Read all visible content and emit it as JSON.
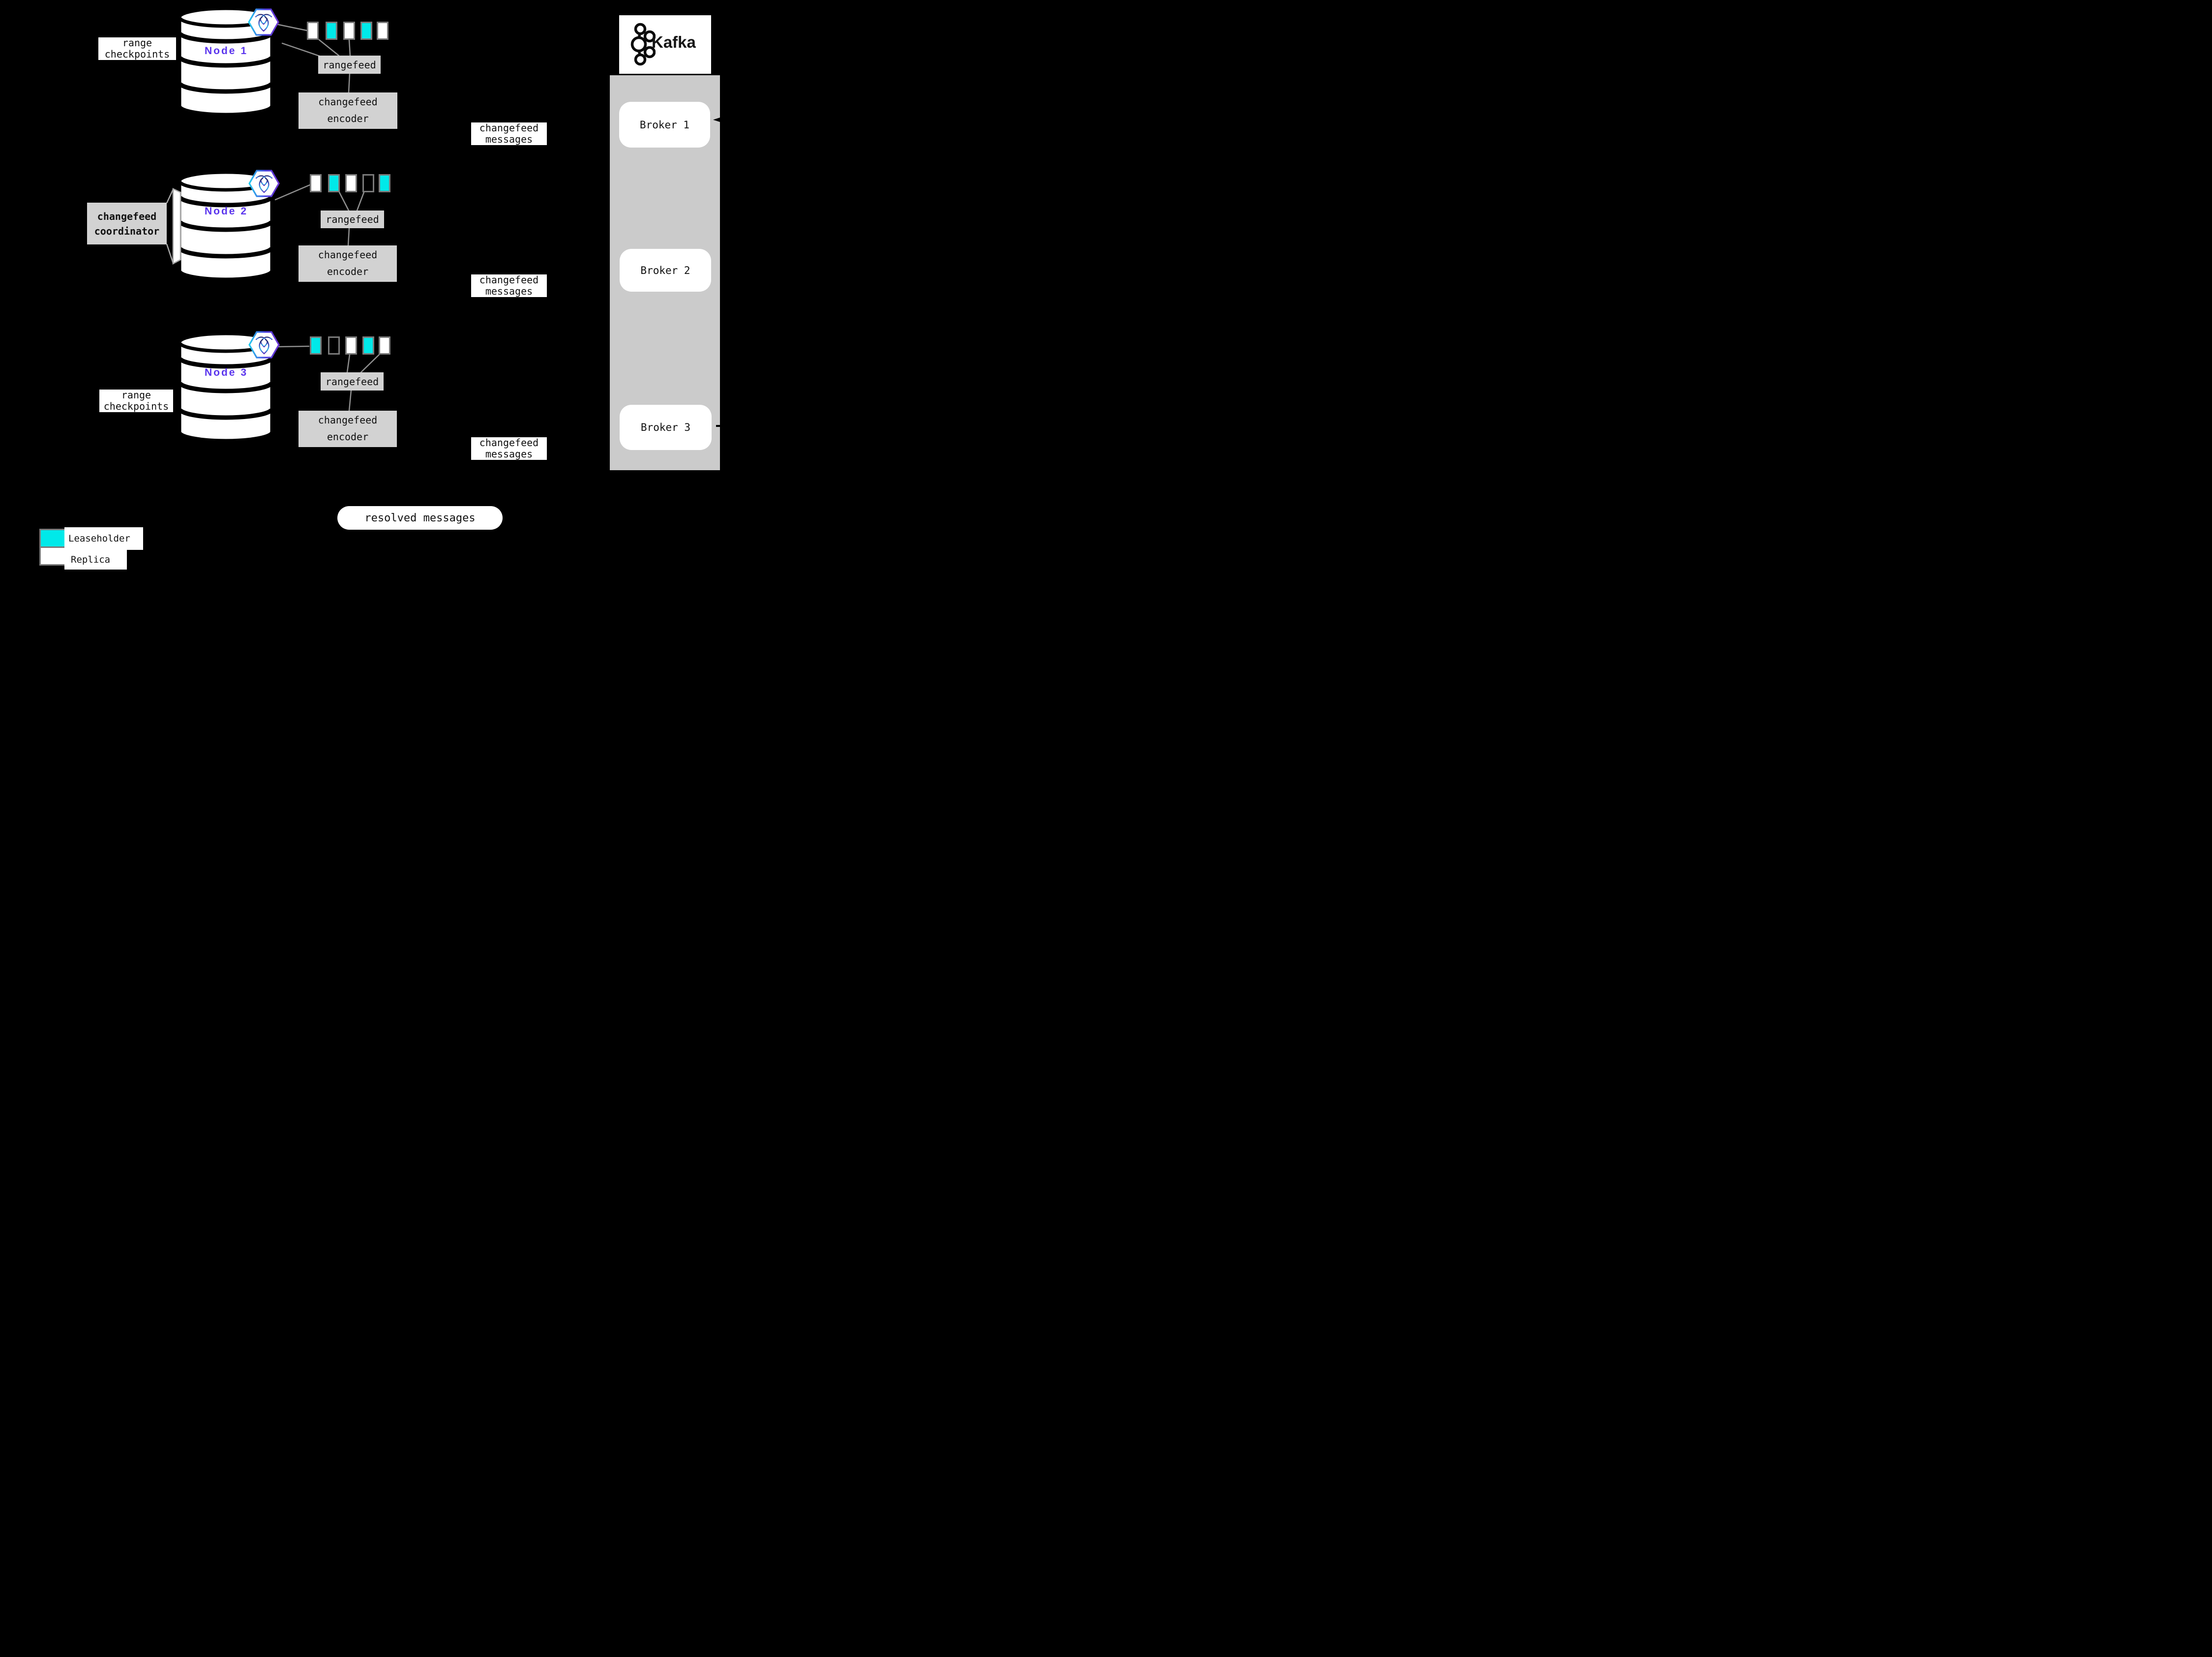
{
  "colors": {
    "background": "#000000",
    "leaseholder": "#00E9E9",
    "replica": "#FFFFFF",
    "node_label": "#5B35EE",
    "label_gray": "#D2D2D2",
    "column_gray": "#CBCBCB",
    "swatch_border": "#7A7A7A",
    "line_gray": "#8F8F8F",
    "text_black": "#111111"
  },
  "nodes": [
    {
      "label": "Node 1",
      "checkpoint_line1": "range",
      "checkpoint_line2": "checkpoints",
      "rangefeed_label": "rangefeed",
      "encoder_line1": "changefeed",
      "encoder_line2": "encoder",
      "messages_line1": "changefeed",
      "messages_line2": "messages",
      "ranges": [
        "replica",
        "leaseholder",
        "replica",
        "leaseholder",
        "replica"
      ]
    },
    {
      "label": "Node 2",
      "coordinator_line1": "changefeed",
      "coordinator_line2": "coordinator",
      "rangefeed_label": "rangefeed",
      "encoder_line1": "changefeed",
      "encoder_line2": "encoder",
      "messages_line1": "changefeed",
      "messages_line2": "messages",
      "ranges": [
        "replica",
        "leaseholder",
        "replica",
        "empty",
        "leaseholder"
      ]
    },
    {
      "label": "Node 3",
      "checkpoint_line1": "range",
      "checkpoint_line2": "checkpoints",
      "rangefeed_label": "rangefeed",
      "encoder_line1": "changefeed",
      "encoder_line2": "encoder",
      "messages_line1": "changefeed",
      "messages_line2": "messages",
      "ranges": [
        "leaseholder",
        "empty",
        "replica",
        "leaseholder",
        "replica"
      ]
    }
  ],
  "kafka": {
    "brand": "Kafka",
    "brokers": [
      "Broker 1",
      "Broker 2",
      "Broker 3"
    ]
  },
  "footer": {
    "resolved_label": "resolved messages"
  },
  "legend": {
    "items": [
      {
        "key": "leaseholder",
        "label": "Leaseholder"
      },
      {
        "key": "replica",
        "label": "Replica"
      }
    ]
  }
}
